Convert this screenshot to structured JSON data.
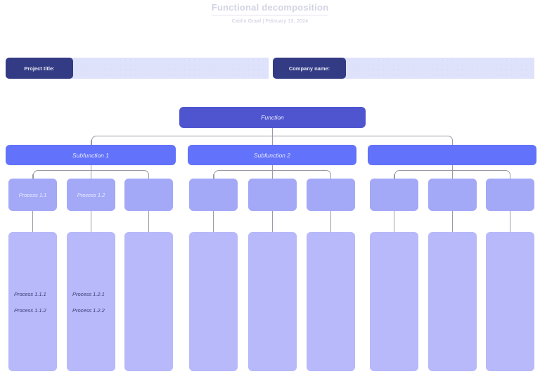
{
  "document": {
    "title": "Functional decomposition",
    "byline": "Caitlin Graaf  |  February 13, 2024"
  },
  "form_fields": [
    {
      "label": "Project title:",
      "value": ""
    },
    {
      "label": "Company name:",
      "value": ""
    }
  ],
  "colors": {
    "function": "#4e55cf",
    "subfunction": "#6272fa",
    "process": "#a3a8f7",
    "detail": "#b7b9fa",
    "field_label_bg": "#333b84",
    "field_blank_bg": "#dfe2fb",
    "connector": "#9a9aa6",
    "title_text": "#d3d4e4"
  },
  "tree": {
    "root": {
      "label": "Function"
    },
    "subfunctions": [
      {
        "label": "Subfunction 1"
      },
      {
        "label": "Subfunction 2"
      },
      {
        "label": ""
      }
    ],
    "processes": [
      {
        "label": "Process 1.1"
      },
      {
        "label": "Process 1.2"
      },
      {
        "label": ""
      },
      {
        "label": ""
      },
      {
        "label": ""
      },
      {
        "label": ""
      },
      {
        "label": ""
      },
      {
        "label": ""
      },
      {
        "label": ""
      }
    ],
    "details": [
      {
        "line1": "Process 1.1.1",
        "line2": "Process 1.1.2"
      },
      {
        "line1": "Process 1.2.1",
        "line2": "Process 1.2.2"
      },
      {
        "line1": "",
        "line2": ""
      },
      {
        "line1": "",
        "line2": ""
      },
      {
        "line1": "",
        "line2": ""
      },
      {
        "line1": "",
        "line2": ""
      },
      {
        "line1": "",
        "line2": ""
      },
      {
        "line1": "",
        "line2": ""
      },
      {
        "line1": "",
        "line2": ""
      }
    ]
  }
}
